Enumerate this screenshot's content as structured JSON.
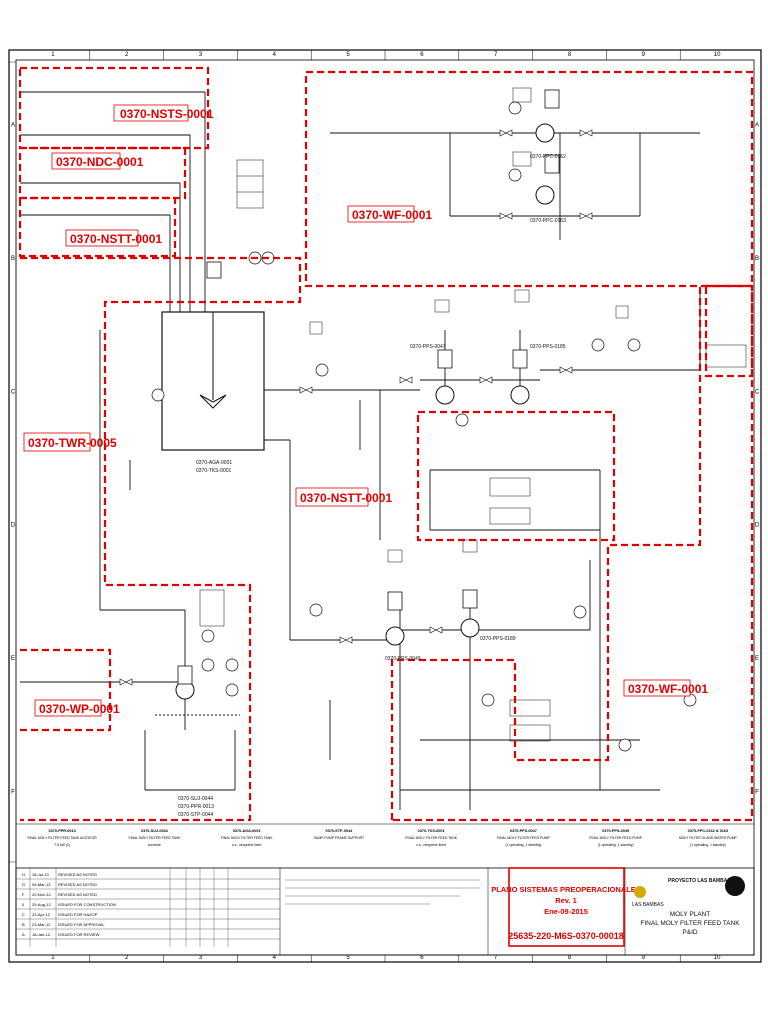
{
  "zone_tags": [
    "0370-NSTS-0001",
    "0370-NDC-0001",
    "0370-NSTT-0001",
    "0370-WF-0001",
    "0370-TWR-0005",
    "0370-NSTT-0001",
    "0370-WP-0001",
    "0370-WF-0001"
  ],
  "grid_columns": [
    "1",
    "2",
    "3",
    "4",
    "5",
    "6",
    "7",
    "8",
    "9",
    "10"
  ],
  "grid_rows": [
    "A",
    "B",
    "C",
    "D",
    "E",
    "F"
  ],
  "equipment": {
    "agitator": "0370-AGA-0001",
    "tank": "0370-TKS-0001",
    "pump_ppc_1": "0370-PPC-0162",
    "pump_ppc_2": "0370-PPC-0163",
    "pump_pps_1": "0370-PPS-0047",
    "pump_pps_2": "0370-PPS-0185",
    "pump_pps_3": "0370-PPS-0049",
    "pump_pps_4": "0370-PPS-0189",
    "sump": "0370-SUJ-0044",
    "sump_pump": "0370-PPR-0013",
    "sump_support": "0370-STP-0044"
  },
  "equipment_notes": [
    {
      "tag": "0370-PPR-0013",
      "desc": "FINAL MOLY FILTER FEED TANK AGITATOR",
      "spec": "7,5 kW (2)"
    },
    {
      "tag": "0370-SUJ-0044",
      "desc": "FINAL MOLY FILTER FEED TANK",
      "spec": "concrete"
    },
    {
      "tag": "0370-AGA-0001",
      "desc": "FINAL MOLY FILTER FEED TANK",
      "spec": "c.s., neoprene lined"
    },
    {
      "tag": "0370-STP-0044",
      "desc": "SUMP PUMP FRAME SUPPORT",
      "spec": ""
    },
    {
      "tag": "0370-TKS-0001",
      "desc": "FINAL MOLY FILTER FEED TANK",
      "spec": "c.s., neoprene lined"
    },
    {
      "tag": "0370-PPS-0047",
      "desc": "FINAL MOLY FILTER FEED PUMP",
      "spec": "(1 operating, 1 standby)"
    },
    {
      "tag": "0370-PPS-0049",
      "desc": "FINAL MOLY FILTER FEED PUMP",
      "spec": "(1 operating, 1 standby)"
    },
    {
      "tag": "0370-PPC-0162 & 0163",
      "desc": "MOLY FILTER GLAND WATER PUMP",
      "spec": "(1 operating, 1 standby)"
    }
  ],
  "revisions": [
    {
      "rev": "H",
      "date": "18-Jul-13",
      "desc": "REVISED AS NOTED"
    },
    {
      "rev": "G",
      "date": "04-Mar-13",
      "desc": "REVISED AS NOTED"
    },
    {
      "rev": "F",
      "date": "20-Nov-12",
      "desc": "REVISED AS NOTED"
    },
    {
      "rev": "0",
      "date": "29-Aug-12",
      "desc": "ISSUED FOR CONSTRUCTION"
    },
    {
      "rev": "C",
      "date": "23-Apr-12",
      "desc": "ISSUED FOR HAZOP"
    },
    {
      "rev": "B",
      "date": "23-Mar-12",
      "desc": "ISSUED FOR APPROVAL"
    },
    {
      "rev": "A",
      "date": "18-Jan-12",
      "desc": "ISSUED FOR REVIEW"
    }
  ],
  "stamp": {
    "line1": "PLANO SISTEMAS PREOPERACIONALES",
    "line2": "Rev. 1",
    "line3": "Ene-09-2015",
    "doc_no": "25635-220-M6S-0370-00018"
  },
  "title_block": {
    "project": "PROYECTO LAS BAMBAS",
    "client": "LAS BAMBAS",
    "title1": "MOLY PLANT",
    "title2": "FINAL MOLY FILTER FEED TANK",
    "title3": "P&ID"
  },
  "colors": {
    "tag_red": "#e00000",
    "line": "#111111",
    "frame": "#000000"
  }
}
